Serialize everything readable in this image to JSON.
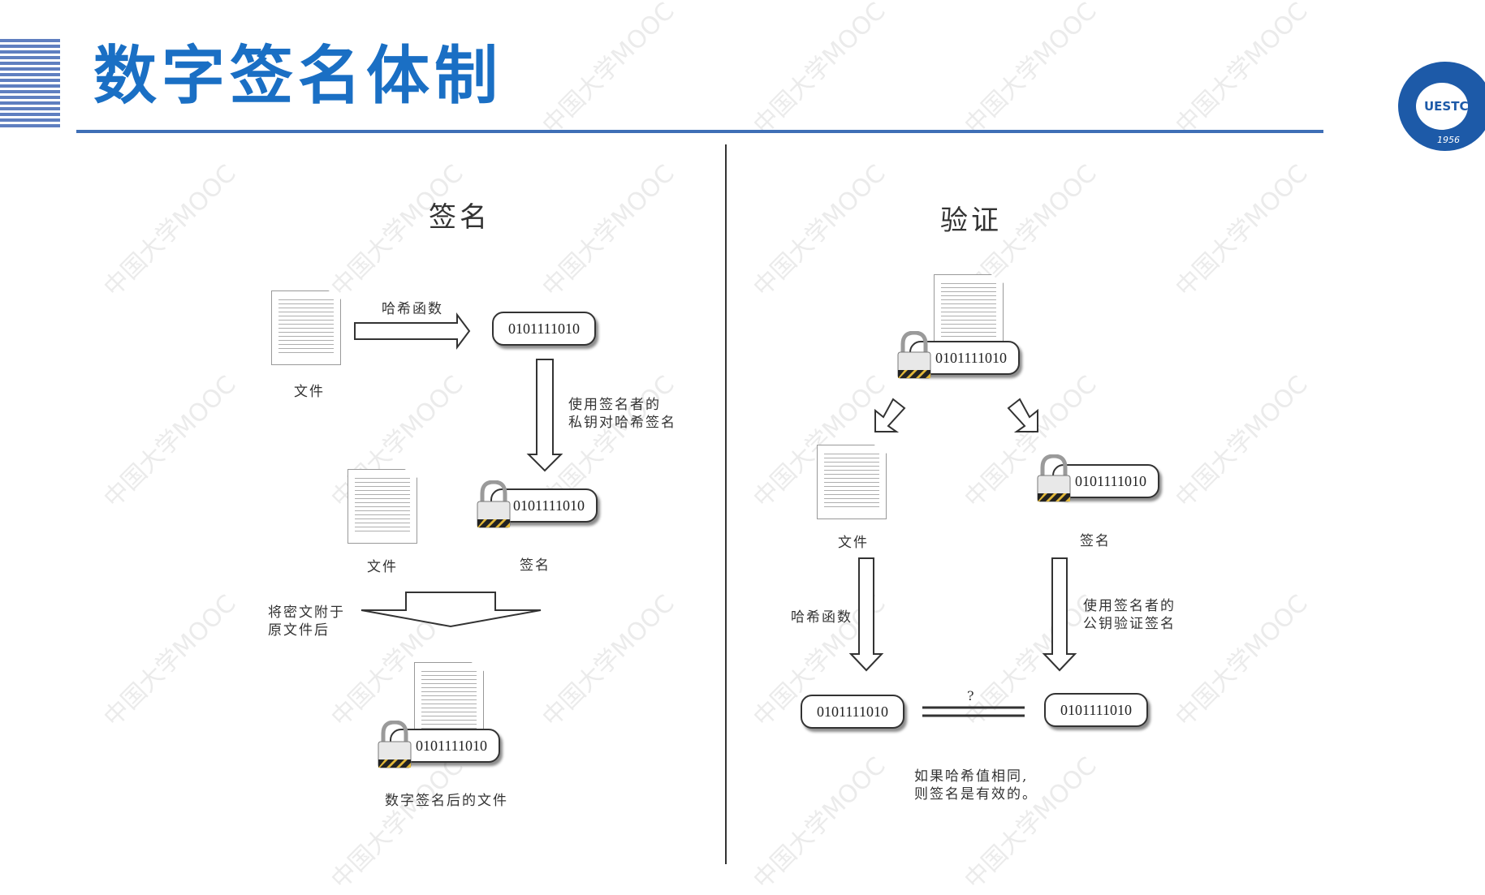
{
  "header": {
    "title": "数字签名体制",
    "logo_text": "UESTC",
    "logo_year": "1956"
  },
  "watermark": "中国大学MOOC",
  "sign_panel": {
    "title": "签名",
    "doc_label": "文件",
    "hash_func_label": "哈希函数",
    "hash_value": "0101111010",
    "private_key_label": [
      "使用签名者的",
      "私钥对哈希签名"
    ],
    "doc_label_2": "文件",
    "signature_label": "签名",
    "signed_value": "0101111010",
    "attach_label": [
      "将密文附于",
      "原文件后"
    ],
    "final_value": "0101111010",
    "final_label": "数字签名后的文件"
  },
  "verify_panel": {
    "title": "验证",
    "top_value": "0101111010",
    "doc_label": "文件",
    "signature_label": "签名",
    "signature_value": "0101111010",
    "hash_func_label": "哈希函数",
    "public_key_label": [
      "使用签名者的",
      "公钥验证签名"
    ],
    "left_hash": "0101111010",
    "right_hash": "0101111010",
    "compare_mark": "?",
    "result_label": [
      "如果哈希值相同,",
      "则签名是有效的。"
    ]
  }
}
